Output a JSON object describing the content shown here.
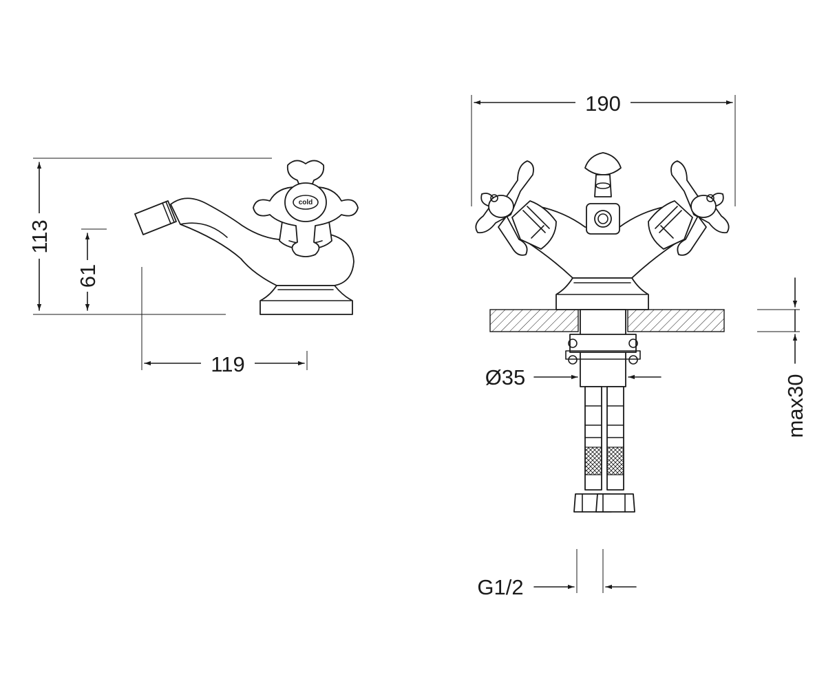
{
  "dimensions": {
    "height_total": "113",
    "height_spout": "61",
    "depth": "119",
    "width": "190",
    "diameter": "Ø35",
    "counter_thickness": "max30",
    "connection": "G1/2"
  },
  "handle_label": "cold"
}
